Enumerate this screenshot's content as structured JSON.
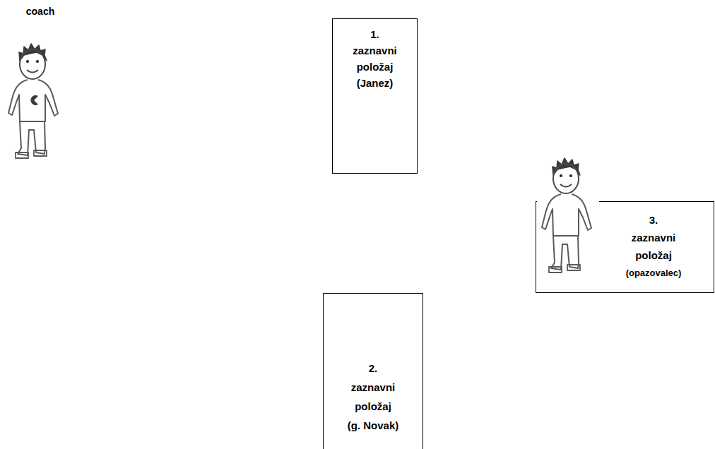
{
  "diagram": {
    "nodes": [
      {
        "text": [
          "1.",
          "zaznavni položaj",
          "(Janez)"
        ]
      },
      {
        "text": [
          "2.",
          "zaznavni položaj",
          "(g. Novak)"
        ]
      },
      {
        "text": [
          "3.",
          "zaznavni položaj",
          "(opazovalec)"
        ]
      }
    ],
    "labels": [
      "coach"
    ]
  }
}
